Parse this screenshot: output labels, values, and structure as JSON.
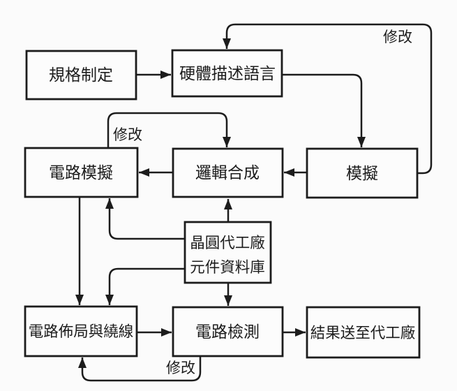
{
  "diagram": {
    "title": "IC design flow (Traditional Chinese)",
    "background_color": "#fbfbfb",
    "line_color": "#1c1c1c",
    "text_color": "#1c1c1c",
    "nodes": [
      {
        "id": "spec",
        "label": "規格制定"
      },
      {
        "id": "hdl",
        "label": "硬體描述語言"
      },
      {
        "id": "simulation",
        "label": "模擬"
      },
      {
        "id": "logic-synthesis",
        "label": "邏輯合成"
      },
      {
        "id": "circuit-simulation",
        "label": "電路模擬"
      },
      {
        "id": "foundry-library",
        "label": "晶圓代工廠元件資料庫",
        "line1": "晶圓代工廠",
        "line2": "元件資料庫"
      },
      {
        "id": "layout-routing",
        "label": "電路佈局與繞線"
      },
      {
        "id": "circuit-check",
        "label": "電路檢測"
      },
      {
        "id": "result-to-foundry",
        "label": "結果送至代工廠"
      }
    ],
    "edges": [
      {
        "from": "spec",
        "to": "hdl",
        "label": ""
      },
      {
        "from": "hdl",
        "to": "simulation",
        "label": ""
      },
      {
        "from": "simulation",
        "to": "hdl",
        "label": "修改"
      },
      {
        "from": "simulation",
        "to": "logic-synthesis",
        "label": ""
      },
      {
        "from": "logic-synthesis",
        "to": "circuit-simulation",
        "label": ""
      },
      {
        "from": "circuit-simulation",
        "to": "logic-synthesis",
        "label": "修改"
      },
      {
        "from": "foundry-library",
        "to": "logic-synthesis",
        "label": ""
      },
      {
        "from": "foundry-library",
        "to": "circuit-simulation",
        "label": ""
      },
      {
        "from": "foundry-library",
        "to": "layout-routing",
        "label": ""
      },
      {
        "from": "foundry-library",
        "to": "circuit-check",
        "label": ""
      },
      {
        "from": "circuit-simulation",
        "to": "layout-routing",
        "label": ""
      },
      {
        "from": "layout-routing",
        "to": "circuit-check",
        "label": ""
      },
      {
        "from": "circuit-check",
        "to": "result-to-foundry",
        "label": ""
      },
      {
        "from": "circuit-check",
        "to": "layout-routing",
        "label": "修改"
      }
    ]
  }
}
